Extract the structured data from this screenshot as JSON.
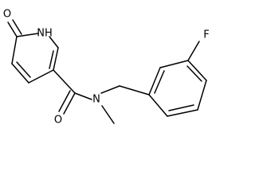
{
  "molecule": {
    "labels": {
      "carbonyl_o_ring": "O",
      "ring_nh": "NH",
      "amide_o": "O",
      "amide_n": "N",
      "fluorine": "F"
    }
  }
}
